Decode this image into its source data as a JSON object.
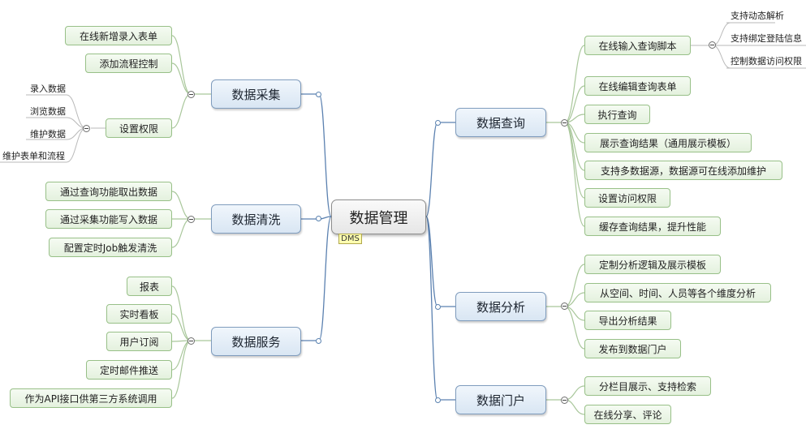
{
  "root": {
    "label": "数据管理",
    "tag": "DMS"
  },
  "branches": {
    "collect": {
      "label": "数据采集",
      "items": [
        "在线新增录入表单",
        "添加流程控制",
        "设置权限"
      ],
      "permission_items": [
        "录入数据",
        "浏览数据",
        "维护数据",
        "维护表单和流程"
      ]
    },
    "clean": {
      "label": "数据清洗",
      "items": [
        "通过查询功能取出数据",
        "通过采集功能写入数据",
        "配置定时Job触发清洗"
      ]
    },
    "service": {
      "label": "数据服务",
      "items": [
        "报表",
        "实时看板",
        "用户订阅",
        "定时邮件推送",
        "作为API接口供第三方系统调用"
      ]
    },
    "query": {
      "label": "数据查询",
      "items": [
        "在线输入查询脚本",
        "在线编辑查询表单",
        "执行查询",
        "展示查询结果（通用展示模板）",
        "支持多数据源，数据源可在线添加维护",
        "设置访问权限",
        "缓存查询结果，提升性能"
      ],
      "script_items": [
        "支持动态解析",
        "支持绑定登陆信息",
        "控制数据访问权限"
      ]
    },
    "analysis": {
      "label": "数据分析",
      "items": [
        "定制分析逻辑及展示模板",
        "从空间、时间、人员等各个维度分析",
        "导出分析结果",
        "发布到数据门户"
      ]
    },
    "portal": {
      "label": "数据门户",
      "items": [
        "分栏目展示、支持检索",
        "在线分享、评论"
      ]
    }
  }
}
